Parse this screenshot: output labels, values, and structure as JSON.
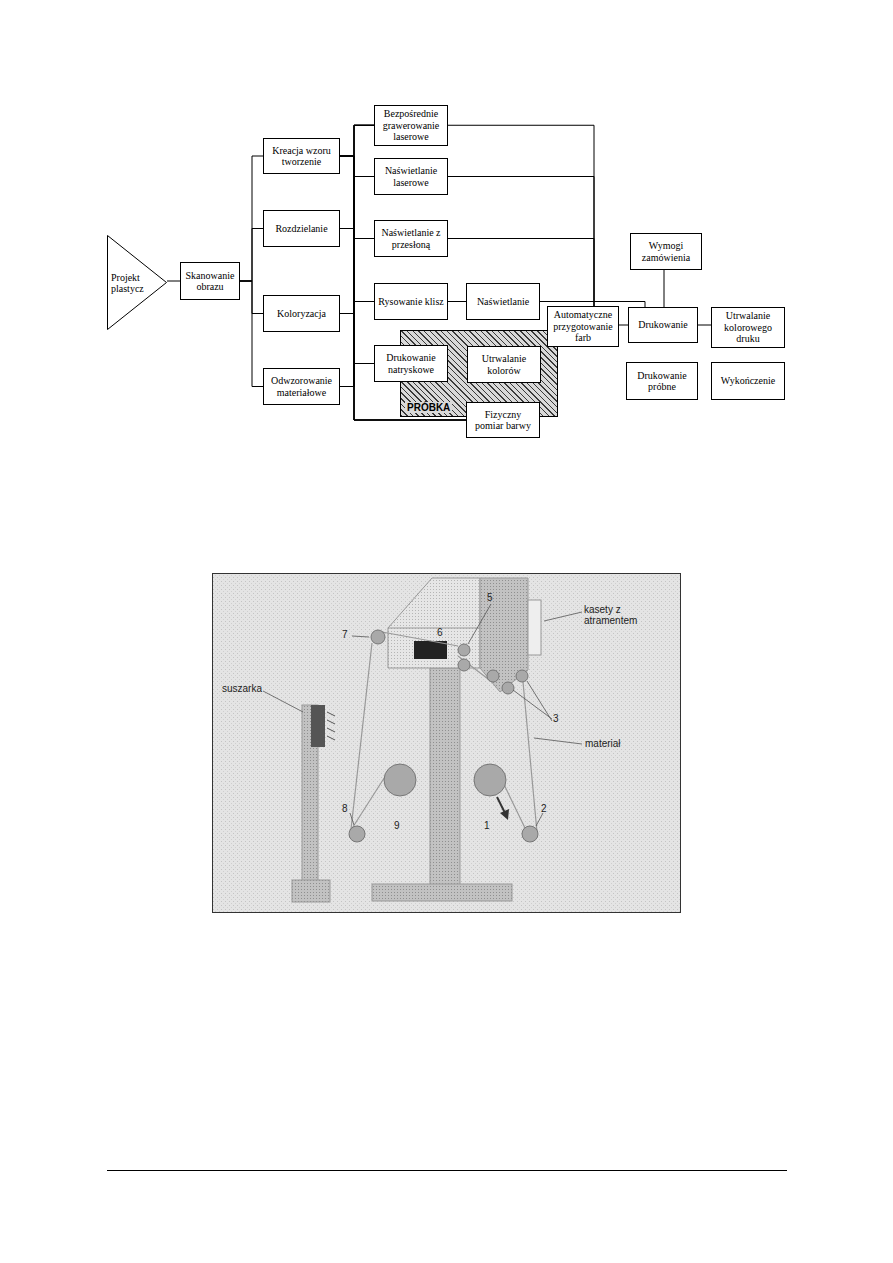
{
  "diagram": {
    "nodes": [
      {
        "text": [
          "Projekt plastycz"
        ]
      },
      {
        "text": [
          "Skanowanie obrazu"
        ]
      },
      {
        "text": [
          "Kreacja wzoru tworzenie"
        ]
      },
      {
        "text": [
          "Rozdzielanie"
        ]
      },
      {
        "text": [
          "Koloryzacja"
        ]
      },
      {
        "text": [
          "Odwzorowanie materiałowe"
        ]
      },
      {
        "text": [
          "Bezpośrednie grawerowanie laserowe"
        ]
      },
      {
        "text": [
          "Naświetlanie laserowe"
        ]
      },
      {
        "text": [
          "Naświetlanie z przesłoną"
        ]
      },
      {
        "text": [
          "Rysowanie klisz"
        ]
      },
      {
        "text": [
          "Naświetlanie"
        ]
      },
      {
        "text": [
          "PRÓBKA"
        ]
      },
      {
        "text": [
          "Drukowanie natryskowe"
        ]
      },
      {
        "text": [
          "Utrwalanie kolorów"
        ],
        "in": 11
      },
      {
        "text": [
          "Fizyczny pomiar barwy"
        ]
      },
      {
        "text": [
          "Wymogi zamówienia"
        ]
      },
      {
        "text": [
          "Automatyczne przygotowanie farb"
        ]
      },
      {
        "text": [
          "Drukowanie"
        ]
      },
      {
        "text": [
          "Utrwalanie kolorowego druku"
        ]
      },
      {
        "text": [
          "Drukowanie próbne"
        ]
      },
      {
        "text": [
          "Wykończenie"
        ]
      }
    ],
    "edges": [
      {
        "from": 0,
        "to": 1,
        "arrow": "none"
      },
      {
        "from": 1,
        "to": 2,
        "arrow": "none"
      },
      {
        "from": 1,
        "to": 3,
        "arrow": "none"
      },
      {
        "from": 1,
        "to": 4,
        "arrow": "none"
      },
      {
        "from": 1,
        "to": 5,
        "arrow": "none"
      },
      {
        "from": 2,
        "to": 6,
        "arrow": "none"
      },
      {
        "from": 2,
        "to": 7,
        "arrow": "none"
      },
      {
        "from": 2,
        "to": 8,
        "arrow": "none"
      },
      {
        "from": 2,
        "to": 9,
        "arrow": "none"
      },
      {
        "from": 2,
        "to": 12,
        "arrow": "none"
      },
      {
        "from": 2,
        "to": 14,
        "arrow": "none"
      },
      {
        "from": 3,
        "to": 6,
        "arrow": "none"
      },
      {
        "from": 3,
        "to": 7,
        "arrow": "none"
      },
      {
        "from": 3,
        "to": 8,
        "arrow": "none"
      },
      {
        "from": 3,
        "to": 9,
        "arrow": "none"
      },
      {
        "from": 3,
        "to": 12,
        "arrow": "none"
      },
      {
        "from": 3,
        "to": 14,
        "arrow": "none"
      },
      {
        "from": 4,
        "to": 6,
        "arrow": "none"
      },
      {
        "from": 4,
        "to": 7,
        "arrow": "none"
      },
      {
        "from": 4,
        "to": 8,
        "arrow": "none"
      },
      {
        "from": 4,
        "to": 9,
        "arrow": "none"
      },
      {
        "from": 4,
        "to": 12,
        "arrow": "none"
      },
      {
        "from": 4,
        "to": 14,
        "arrow": "none"
      },
      {
        "from": 5,
        "to": 6,
        "arrow": "none"
      },
      {
        "from": 5,
        "to": 7,
        "arrow": "none"
      },
      {
        "from": 5,
        "to": 8,
        "arrow": "none"
      },
      {
        "from": 5,
        "to": 9,
        "arrow": "none"
      },
      {
        "from": 5,
        "to": 12,
        "arrow": "none"
      },
      {
        "from": 5,
        "to": 14,
        "arrow": "none"
      },
      {
        "from": 9,
        "to": 10,
        "arrow": "none"
      },
      {
        "from": 6,
        "to": 16,
        "arrow": "none"
      },
      {
        "from": 7,
        "to": 16,
        "arrow": "none"
      },
      {
        "from": 8,
        "to": 16,
        "arrow": "none"
      },
      {
        "from": 10,
        "to": 17,
        "arrow": "none"
      },
      {
        "from": 16,
        "to": 17,
        "arrow": "none"
      },
      {
        "from": 15,
        "to": 17,
        "arrow": "none"
      },
      {
        "from": 17,
        "to": 18,
        "arrow": "none"
      }
    ],
    "labels": [
      "6",
      "5",
      "7",
      "kasety z atramentem",
      "3",
      "materiał",
      "suszarka",
      "8",
      "9",
      "1",
      "2"
    ]
  }
}
